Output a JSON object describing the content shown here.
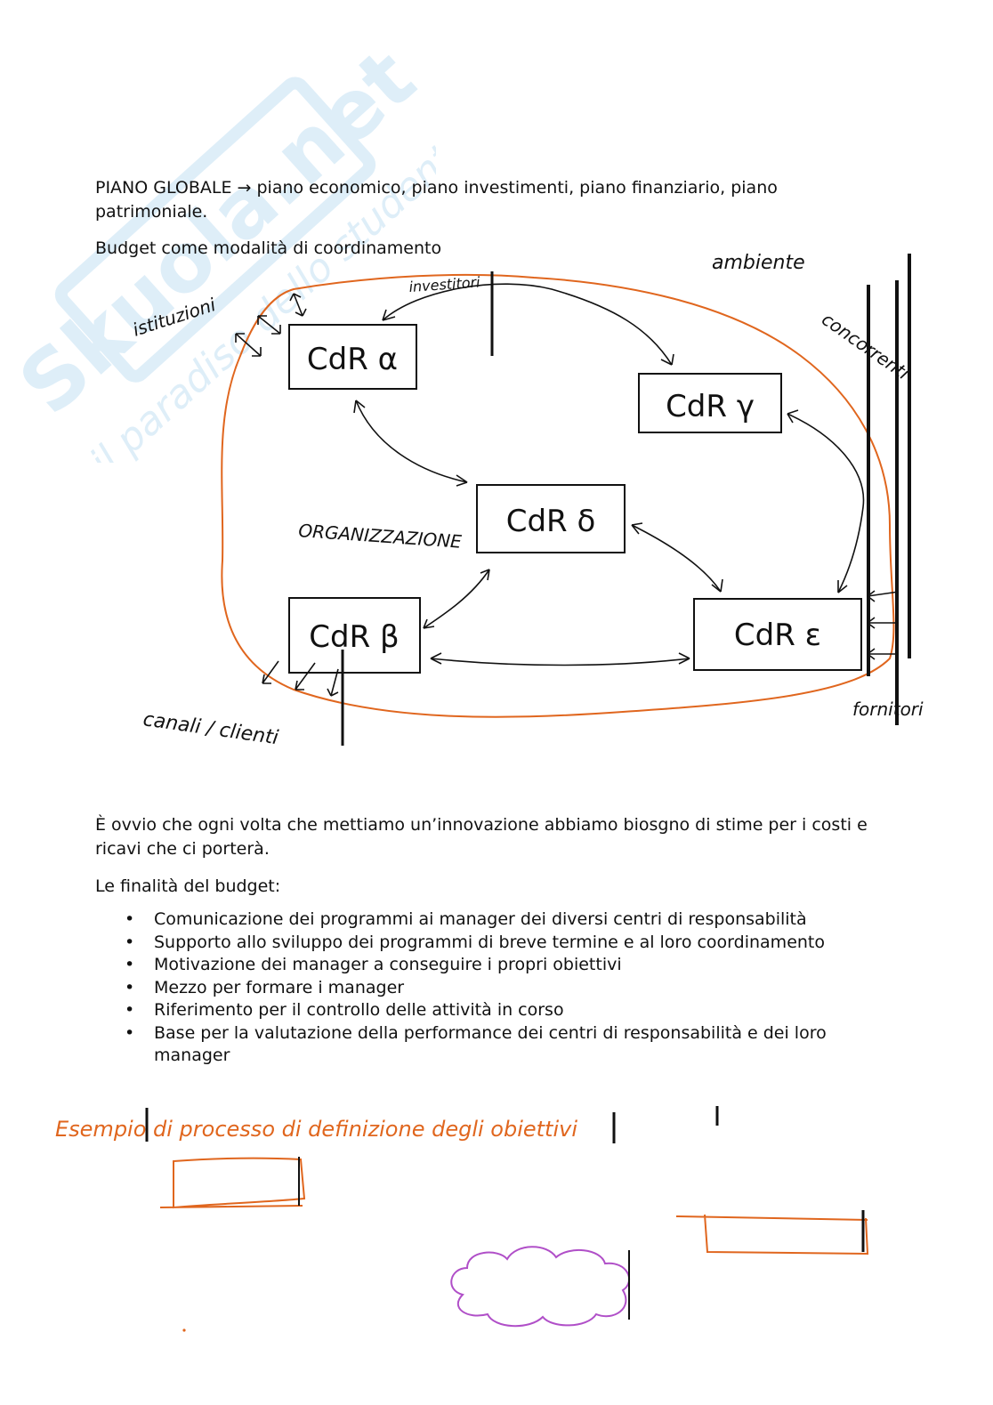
{
  "watermark": {
    "brand": "Skuola.net",
    "slogan": "il paradiso dello studente",
    "color": "#4da3dc"
  },
  "intro": {
    "line1": "PIANO GLOBALE → piano economico, piano investimenti, piano finanziario, piano patrimoniale.",
    "line2": "Budget come modalità di coordinamento"
  },
  "diagram": {
    "labels": {
      "ambiente": "ambiente",
      "investitori": "investitori",
      "istituzioni": "istituzioni",
      "concorrenti": "concorrenti",
      "organizzazione": "ORGANIZZAZIONE",
      "canali_clienti": "canali / clienti",
      "fornitori": "fornitori"
    },
    "boxes": {
      "alpha": "CdR α",
      "gamma": "CdR γ",
      "delta": "CdR δ",
      "beta": "CdR β",
      "epsilon": "CdR ε"
    },
    "colors": {
      "boundary": "#e0661e",
      "ink": "#111111"
    }
  },
  "body": {
    "paragraph": "È ovvio che ogni volta che mettiamo un’innovazione abbiamo biosgno di stime per i costi e ricavi che ci porterà.",
    "list_title": "Le finalità del budget:",
    "items": [
      "Comunicazione dei programmi ai manager dei diversi centri di responsabilità",
      "Supporto allo sviluppo dei programmi di breve termine e al loro coordinamento",
      "Motivazione dei manager a conseguire i propri obiettivi",
      "Mezzo per formare i manager",
      "Riferimento per il controllo delle attività in corso",
      "Base per la valutazione della performance dei centri di responsabilità e dei loro manager"
    ]
  },
  "sketch": {
    "heading": "Esempio di processo di definizione degli obiettivi",
    "colors": {
      "orange": "#e0661e",
      "purple": "#b04fc8"
    }
  }
}
